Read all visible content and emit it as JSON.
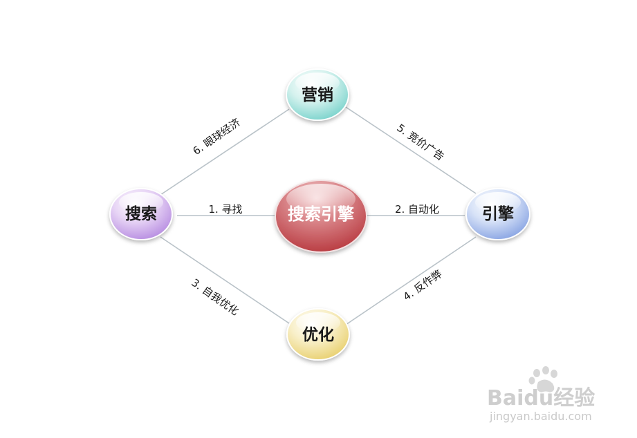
{
  "center": {
    "label": "搜索引擎",
    "color": "#c94a4f"
  },
  "nodes": {
    "search": {
      "label": "搜索",
      "color": "#b98ee0"
    },
    "marketing": {
      "label": "营销",
      "color": "#7fd6cf"
    },
    "engine": {
      "label": "引擎",
      "color": "#8ea9e4"
    },
    "optimize": {
      "label": "优化",
      "color": "#ead37a"
    }
  },
  "edges": {
    "e1": "1. 寻找",
    "e2": "2. 自动化",
    "e3": "3. 自我优化",
    "e4": "4. 反作弊",
    "e5": "5. 竞价广告",
    "e6": "6. 眼球经济"
  },
  "watermark": {
    "brand": "Baidu经验",
    "url": "jingyan.baidu.com"
  }
}
